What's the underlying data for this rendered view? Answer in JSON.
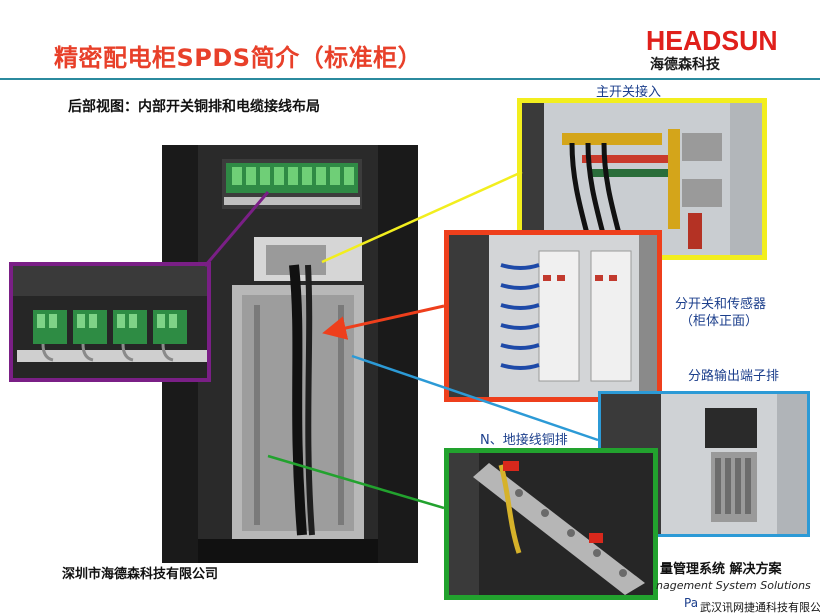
{
  "header": {
    "title": "精密配电柜SPDS简介（标准柜）",
    "brand": "HEADSUN",
    "brand_cn": "海德森科技"
  },
  "subtitle": "后部视图：内部开关铜排和电缆接线布局",
  "callouts": {
    "main_switch": "主开关接入",
    "branch_switch": "分开关和传感器",
    "branch_switch_note": "（柜体正面）",
    "output_terminal": "分路输出端子排",
    "ground_bar": "N、地接线铜排"
  },
  "footer": {
    "company": "深圳市海德森科技有限公司",
    "system": "量管理系统  解决方案",
    "system_en": "nagement System Solutions",
    "page": "Pa",
    "watermark": "武汉讯网捷通科技有限公司"
  },
  "colors": {
    "title": "#e8402a",
    "rule": "#2b8a9e",
    "frame_yellow": "#f2ee1e",
    "frame_red": "#ee3f1c",
    "frame_purple": "#7a1f86",
    "frame_blue": "#2c9ad6",
    "frame_green": "#22a22e"
  }
}
